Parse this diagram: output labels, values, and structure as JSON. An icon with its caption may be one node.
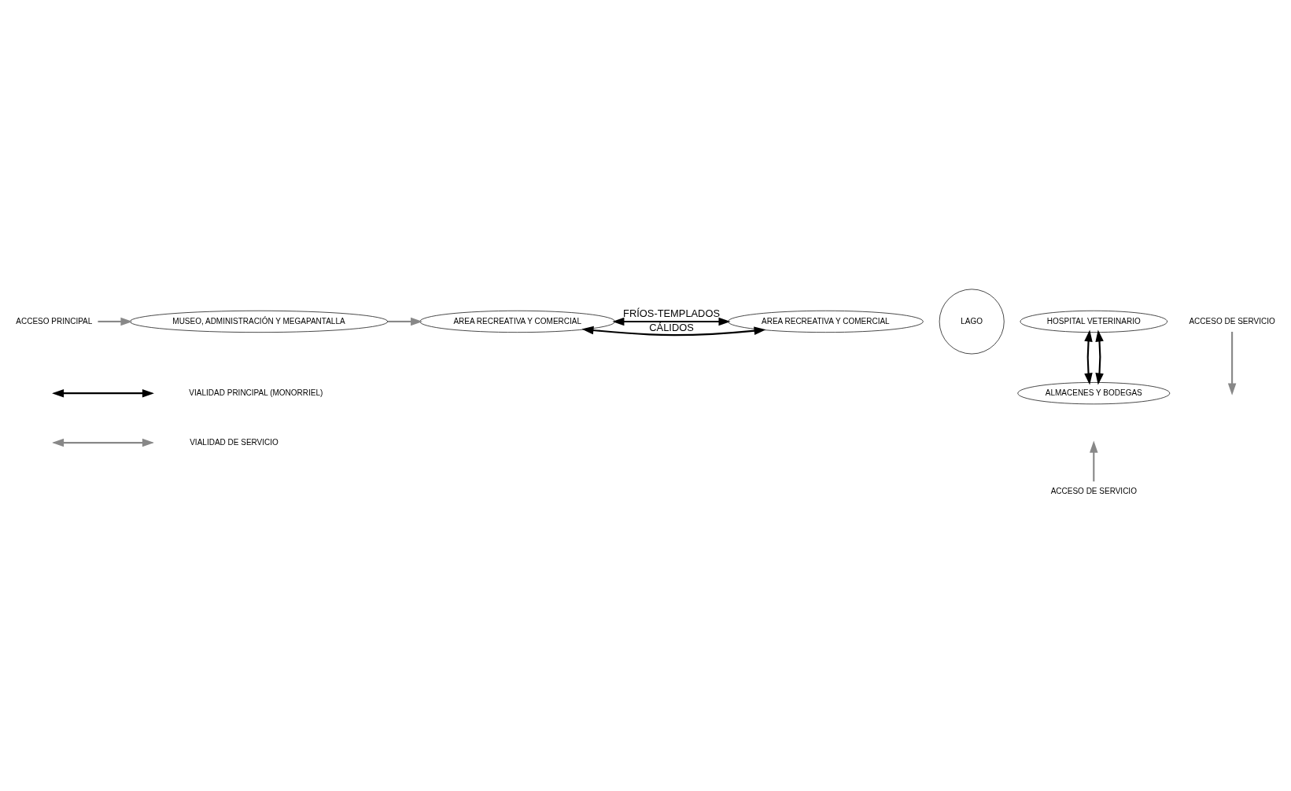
{
  "diagram": {
    "nodes": [
      {
        "text": [
          "ACCESO PRINCIPAL"
        ]
      },
      {
        "text": [
          "MUSEO, ADMINISTRACIÓN Y MEGAPANTALLA"
        ]
      },
      {
        "text": [
          "AREA RECREATIVA Y COMERCIAL"
        ]
      },
      {
        "text": [
          "LAGO"
        ]
      },
      {
        "text": [
          "AREA RECREATIVA Y COMERCIAL"
        ]
      },
      {
        "text": [
          "HOSPITAL VETERINARIO"
        ]
      },
      {
        "text": [
          "ALMACENES Y BODEGAS"
        ]
      },
      {
        "text": [
          "ACCESO DE SERVICIO"
        ]
      },
      {
        "text": [
          "ACCESO DE SERVICIO"
        ]
      }
    ],
    "edges": [
      {
        "from": 0,
        "to": 1,
        "arrow": "to",
        "color": "#888888"
      },
      {
        "from": 1,
        "to": 2,
        "arrow": "to",
        "color": "#888888"
      },
      {
        "from": 7,
        "to": null,
        "arrow": "to",
        "color": "#888888"
      },
      {
        "from": 8,
        "to": null,
        "arrow": "to",
        "color": "#888888"
      },
      {
        "from": 2,
        "to": 4,
        "arrow": "both",
        "label": "FRÍOS-TEMPLADOS",
        "color": "#000000"
      },
      {
        "from": 2,
        "to": 4,
        "arrow": "both",
        "label": "CÁLIDOS",
        "color": "#000000"
      },
      {
        "from": 6,
        "to": 5,
        "arrow": "both",
        "color": "#000000"
      },
      {
        "from": 6,
        "to": 5,
        "arrow": "both",
        "color": "#000000"
      }
    ],
    "legend": [
      {
        "text": "VIALIDAD PRINCIPAL (MONORRIEL)"
      },
      {
        "text": "VIALIDAD DE SERVICIO"
      }
    ]
  }
}
